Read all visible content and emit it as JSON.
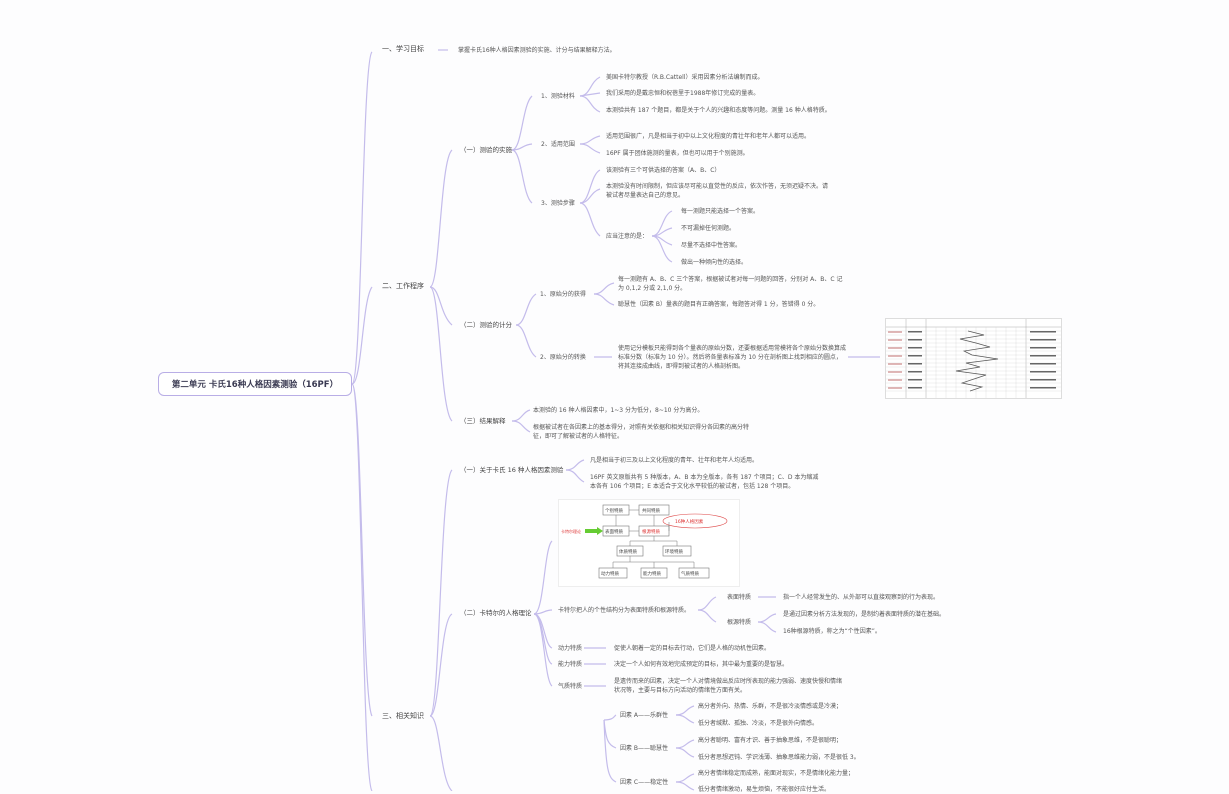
{
  "root": "第二单元 卡氏16种人格因素测验（16PF）",
  "level1": {
    "goal": "一、学习目标",
    "procedure": "二、工作程序",
    "knowledge": "三、相关知识"
  },
  "goal_text": "掌握卡氏16种人格因素测验的实施、计分与结果解释方法。",
  "procedure": {
    "impl": {
      "label": "（一）测验的实施",
      "materials": {
        "label": "1、测验材料",
        "items": [
          "美国卡特尔教授（R.B.Cattell）采用因素分析法编制而成。",
          "我们采用的是戴忠恒和祝蓓里于1988年修订完成的量表。",
          "本测验共有 187 个题目，都是关于个人的兴趣和态度等问题。测量 16 种人格特质。"
        ]
      },
      "scope": {
        "label": "2、适用范围",
        "items": [
          "适用范围很广，凡是相当于初中以上文化程度的青壮年和老年人都可以适用。",
          "16PF 属于团体施测的量表，但也可以用于个别施测。"
        ]
      },
      "steps": {
        "label": "3、测验步骤",
        "items": [
          "该测验有三个可供选择的答案（A、B、C）",
          "本测验没有时间限制，但应该尽可能以直觉性的反应，依次作答，无须迟疑不决。请被试者尽量表达自己的意见。"
        ],
        "attention": {
          "label": "应当注意的是：",
          "items": [
            "每一测题只能选择一个答案。",
            "不可漏掉任何测题。",
            "尽量不选择中性答案。",
            "做出一种倾向性的选择。"
          ]
        }
      }
    },
    "scoring": {
      "label": "（二）测验的计分",
      "raw": {
        "label": "1、原始分的获得",
        "items": [
          "每一测题有 A、B、C 三个答案，根据被试者对每一问题的回答，分别对 A、B、C 记为 0,1,2 分或 2,1,0 分。",
          "聪慧性（因素 B）量表的题目有正确答案，每题答对得 1 分，答错得 0 分。"
        ]
      },
      "convert": {
        "label": "2、原始分的转换",
        "text": "使用记分模板只能得到各个量表的原始分数，还要根据适用常模将各个原始分数换算成标准分数（标准为 10 分）。然后将各量表标准为 10 分在剖析图上找到相应的圆点，将其连接成曲线，即得到被试者的人格剖析图。"
      }
    },
    "result": {
      "label": "（三）结果解释",
      "items": [
        "本测验的 16 种人格因素中，1~3 分为低分，8~10 分为高分。",
        "根据被试者在各因素上的基本得分，对照有关依据和相关知识得分各因素的高分特征，即可了解被试者的人格特征。"
      ]
    }
  },
  "knowledge": {
    "about": {
      "label": "（一）关于卡氏 16 种人格因素测验",
      "items": [
        "凡是相当于初三及以上文化程度的青年、壮年和老年人均适用。",
        "16PF 英文原版共有 5 种版本，A、B 本为全版本，各有 187 个项目；C、D 本为缩减本各有 106 个项目；E 本适合于文化水平较低的被试者，包括 128 个项目。"
      ]
    },
    "theory": {
      "label": "（二）卡特尔的人格理论",
      "diagram": {
        "nodes": [
          "个别特质",
          "共同特质",
          "表面特质",
          "根源特质",
          "体质特质",
          "环境特质",
          "动力特质",
          "能力特质",
          "气质特质"
        ],
        "note": "16种人格因素",
        "arrow_label": "卡特尔理论"
      },
      "traits_label": "卡特尔把人的个性结构分为表面特质和根源特质。",
      "surface": {
        "label": "表面特质",
        "text": "指一个人经常发生的、从外部可以直接观察到的行为表现。"
      },
      "source": {
        "label": "根源特质",
        "items": [
          "是通过因素分析方法发现的，是制约着表面特质的潜在基础。",
          "16种根源特质，称之为“个性因素”。"
        ]
      },
      "dynamic": {
        "label": "动力特质",
        "text": "促使人朝着一定的目标去行动，它们是人格的动机性因素。"
      },
      "ability": {
        "label": "能力特质",
        "text": "决定一个人如何有效地完成预定的目标，其中最为重要的是智慧。"
      },
      "temperament": {
        "label": "气质特质",
        "text": "是遗传而来的因素，决定一个人对情境做出反应时所表现的能力强弱、速度快慢和情绪状况等，主要与目标方向活动的情绪性方面有关。"
      }
    },
    "factors": [
      {
        "label": "因素 A——乐群性",
        "items": [
          "高分者外向、热情、乐群，不是很冷淡情感或是冷漠；",
          "低分者缄默、孤独、冷淡，不是很外向情感。"
        ]
      },
      {
        "label": "因素 B——聪慧性",
        "items": [
          "高分者聪明、富有才识、善于抽象思维，不是很聪明；",
          "低分者思想迟钝、学识浅薄、抽象思维能力弱，不是很低 3。"
        ]
      },
      {
        "label": "因素 C——稳定性",
        "items": [
          "高分者情绪稳定而成熟，能面对现实，不是情绪化能力量；",
          "低分者情绪激动，易生烦恼，不能很好应付生活。"
        ]
      }
    ]
  },
  "colors": {
    "line": "#b9aee6",
    "root_border": "#b9aee6",
    "text": "#555555"
  }
}
